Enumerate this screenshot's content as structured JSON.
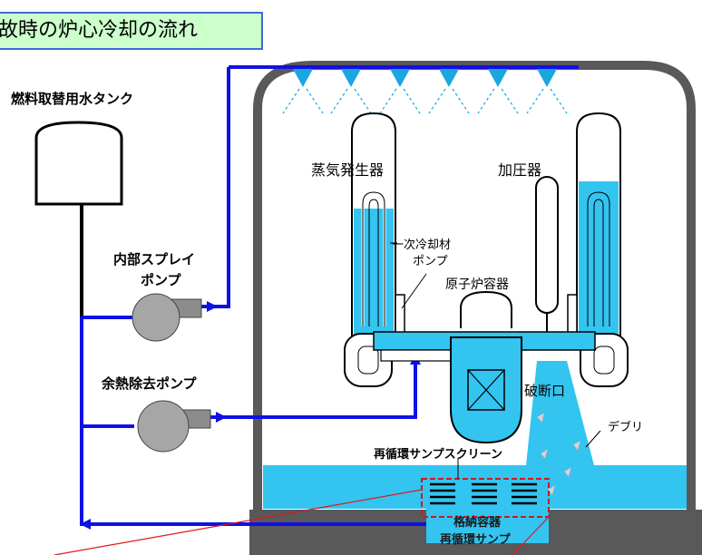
{
  "title": "故時の炉心冷却の流れ",
  "labels": {
    "tank": "燃料取替用水タンク",
    "spray_pump_line1": "内部スプレイ",
    "spray_pump_line2": "ポンプ",
    "rhr_pump": "余熱除去ポンプ",
    "steam_generator": "蒸気発生器",
    "pressurizer": "加圧器",
    "coolant_pump_line1": "一次冷却材",
    "coolant_pump_line2": "ポンプ",
    "reactor_vessel": "原子炉容器",
    "break_point": "破断口",
    "debris": "デブリ",
    "sump_screen": "再循環サンプスクリーン",
    "sump_line1": "格納容器",
    "sump_line2": "再循環サンプ"
  },
  "colors": {
    "flow_line": "#1010e6",
    "water": "#33c4f0",
    "spray": "#1aa7e0",
    "containment": "#595959",
    "title_bg": "#ccffcc",
    "title_border": "#3a6bd6",
    "leader_line": "#e01818",
    "screen_outline": "#d01818"
  }
}
